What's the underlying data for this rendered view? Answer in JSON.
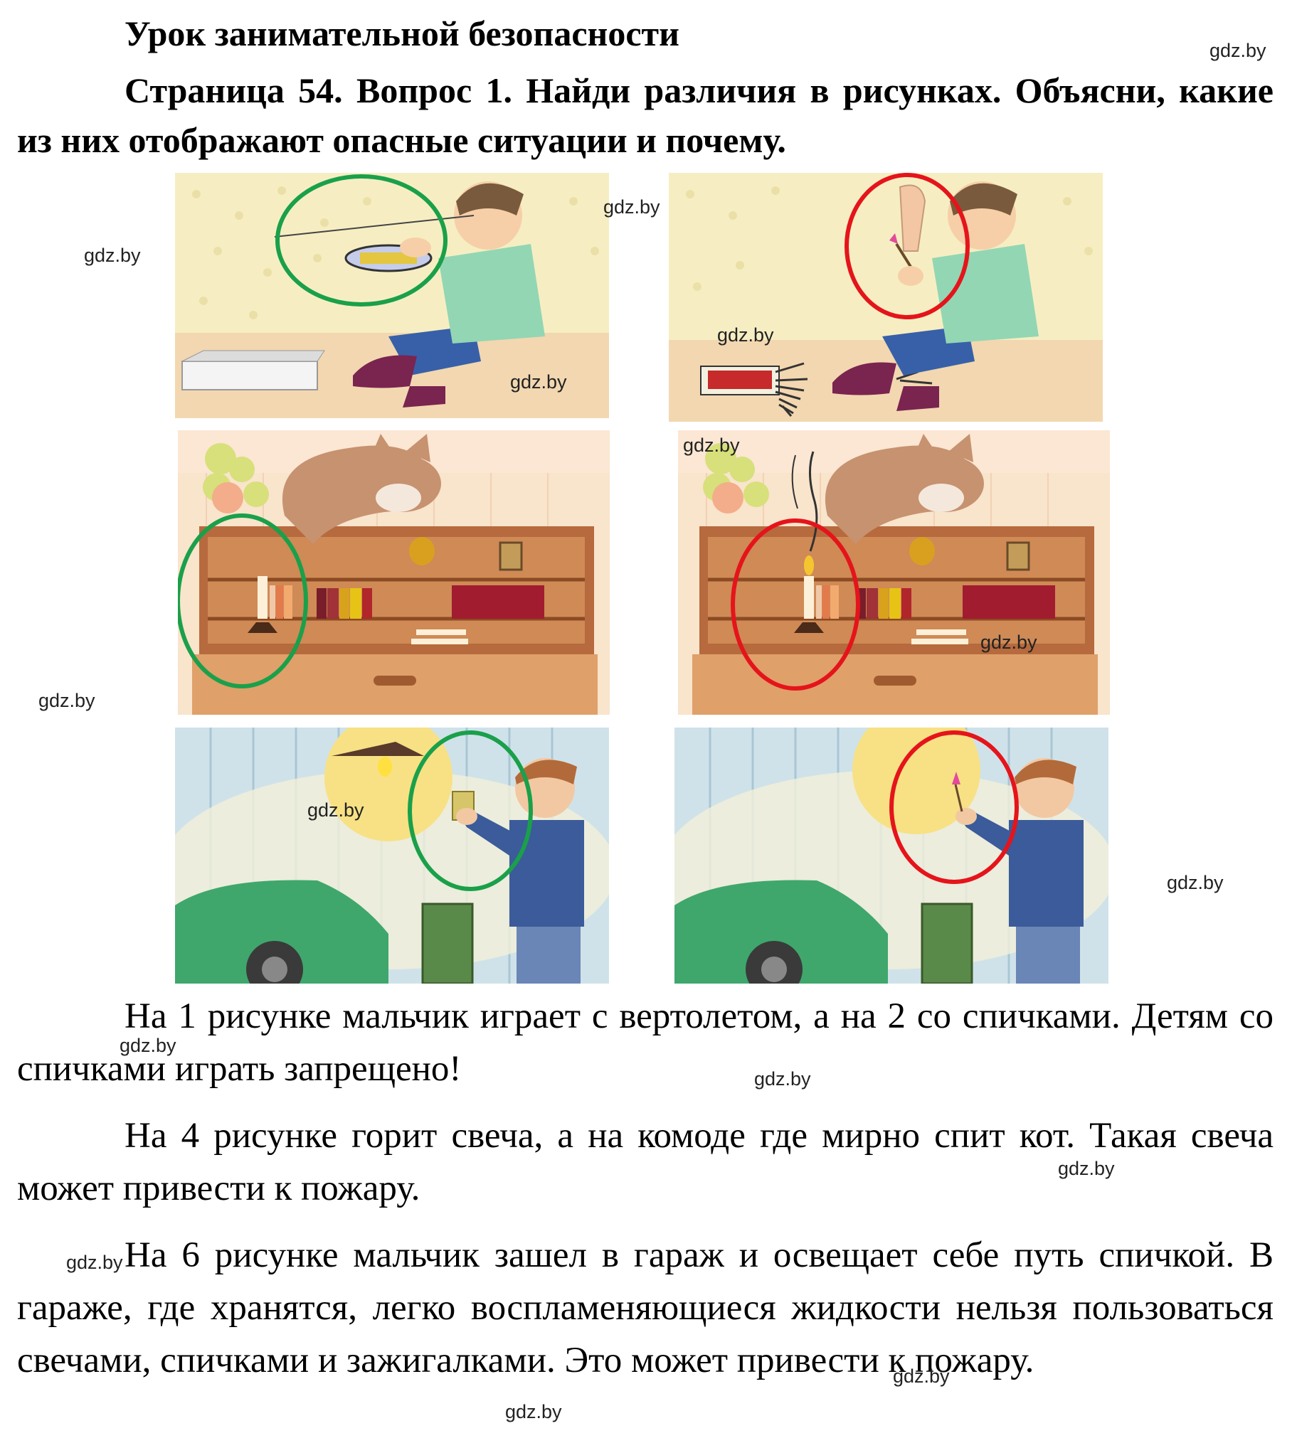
{
  "header": {
    "title": "Урок занимательной безопасности",
    "question": "Страница 54. Вопрос 1. Найди различия в рисунках. Объясни, какие из них отображают опасные ситуации и почему."
  },
  "watermark": "gdz.by",
  "pictures": [
    {
      "id": "1",
      "scene": "boy-helicopter",
      "marker": "green"
    },
    {
      "id": "2",
      "scene": "boy-matches",
      "marker": "red"
    },
    {
      "id": "3",
      "scene": "cat-candle-unlit",
      "marker": "green"
    },
    {
      "id": "4",
      "scene": "cat-candle-lit",
      "marker": "red"
    },
    {
      "id": "5",
      "scene": "garage-switch",
      "marker": "green"
    },
    {
      "id": "6",
      "scene": "garage-match",
      "marker": "red"
    }
  ],
  "colors": {
    "green_marker": "#1aa04a",
    "red_marker": "#e5141b"
  },
  "answers": [
    "На 1 рисунке мальчик играет с вертолетом, а на 2 со спичками. Детям со спичками играть запрещено!",
    "На 4 рисунке горит свеча, а на комоде где мирно спит кот. Такая свеча может привести к пожару.",
    "На 6 рисунке мальчик зашел в гараж и освещает себе путь спичкой. В гараже, где хранятся, легко воспламеняющиеся жидкости нельзя пользоваться свечами, спичками и зажигалками. Это может привести к пожару."
  ]
}
